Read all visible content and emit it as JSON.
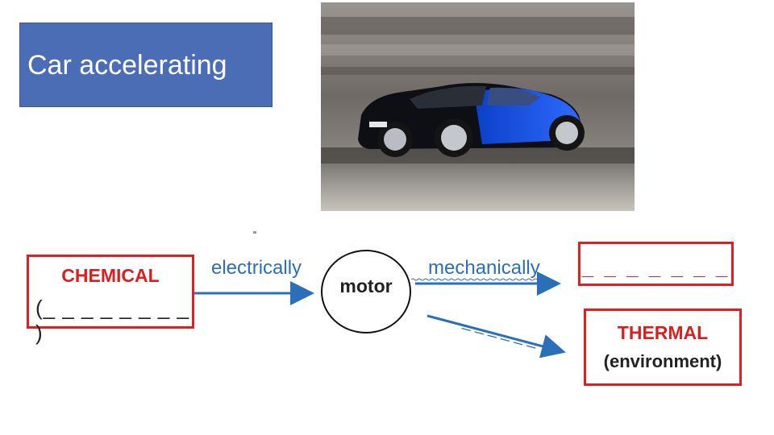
{
  "title": {
    "text": "Car accelerating",
    "bg_color": "#4a6db5",
    "text_color": "#ffffff"
  },
  "photo": {
    "subject": "blue and black sports car in motion-blurred street"
  },
  "diagram": {
    "chemical": {
      "label": "CHEMICAL",
      "blank": "(_ _ _ _ _ _ _ _ )"
    },
    "electrically_label": "electrically",
    "motor_label": "motor",
    "mechanically_label": "mechanically",
    "mechanical_blank": "_ _ _ _ _ _ _",
    "thermal": {
      "label": "THERMAL",
      "sub": "(environment)"
    },
    "dashed_blank": "_ _ _ _ _ _",
    "colors": {
      "box_border": "#e02020",
      "label_red": "#d82020",
      "arrow_blue": "#2a6fb8"
    }
  }
}
